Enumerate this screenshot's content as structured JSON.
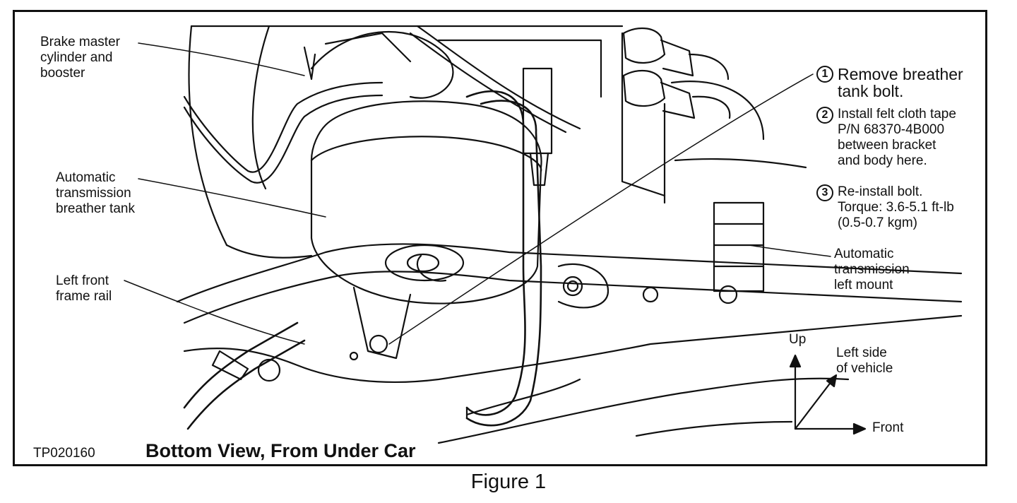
{
  "labels": {
    "brake_master": [
      "Brake master",
      "cylinder and",
      "booster"
    ],
    "breather_tank": [
      "Automatic",
      "transmission",
      "breather tank"
    ],
    "frame_rail": [
      "Left front",
      "frame rail"
    ],
    "trans_mount": [
      "Automatic",
      "transmission",
      "left mount"
    ]
  },
  "steps": [
    {
      "num": "1",
      "lines": [
        "Remove breather",
        "tank bolt."
      ]
    },
    {
      "num": "2",
      "lines": [
        "Install felt cloth tape",
        "P/N 68370-4B000",
        "between bracket",
        "and body here."
      ]
    },
    {
      "num": "3",
      "lines": [
        "Re-install bolt.",
        "Torque: 3.6-5.1 ft-lb",
        "(0.5-0.7 kgm)"
      ]
    }
  ],
  "orientation": {
    "up": "Up",
    "left_side": [
      "Left side",
      "of vehicle"
    ],
    "front": "Front"
  },
  "view_title": "Bottom View, From Under Car",
  "part_code": "TP020160",
  "caption": "Figure 1"
}
